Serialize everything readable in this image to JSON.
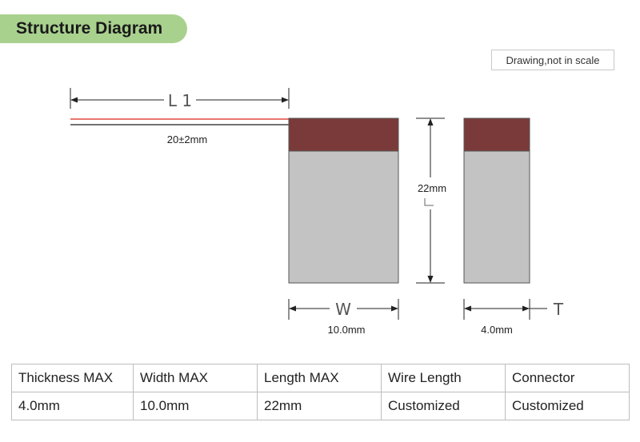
{
  "header": {
    "title": "Structure Diagram"
  },
  "note": "Drawing,not in scale",
  "diagram": {
    "l1_label": "L 1",
    "wire_length_label": "20±2mm",
    "height_label": "22mm",
    "width_letter": "W",
    "width_label": "10.0mm",
    "thickness_letter": "T",
    "thickness_label": "4.0mm",
    "colors": {
      "terminal": "#7b3a3a",
      "body": "#c3c3c3",
      "wire_red": "#e8776f",
      "wire_black": "#444444",
      "title_bg": "#a9d18e"
    }
  },
  "table": {
    "headers": [
      "Thickness MAX",
      "Width MAX",
      "Length MAX",
      "Wire Length",
      "Connector"
    ],
    "values": [
      "4.0mm",
      "10.0mm",
      "22mm",
      "Customized",
      "Customized"
    ]
  }
}
